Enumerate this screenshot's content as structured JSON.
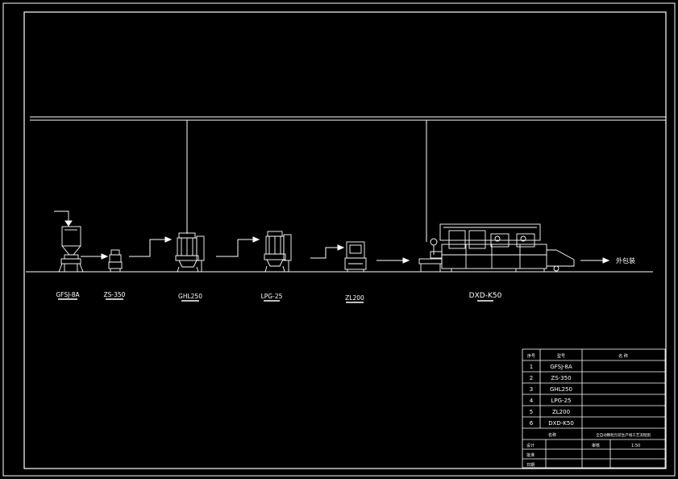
{
  "colors": {
    "background": "#000000",
    "line": "#ffffff"
  },
  "equipment": [
    {
      "id": "1",
      "model": "GFSJ-8A"
    },
    {
      "id": "2",
      "model": "ZS-350"
    },
    {
      "id": "3",
      "model": "GHL250"
    },
    {
      "id": "4",
      "model": "LPG-25"
    },
    {
      "id": "5",
      "model": "ZL200"
    },
    {
      "id": "6",
      "model": "DXD-K50"
    }
  ],
  "output_label": "外包装",
  "title_block": {
    "header_no": "序号",
    "header_model": "型号",
    "header_name": "名 称",
    "drawing_title": "全自动颗粒包装生产线工艺流程图",
    "row_label": "名称",
    "design_label": "设计",
    "check_label": "审核",
    "scale_value": "1:50",
    "approve_label": "批准",
    "date_label": "日期"
  }
}
